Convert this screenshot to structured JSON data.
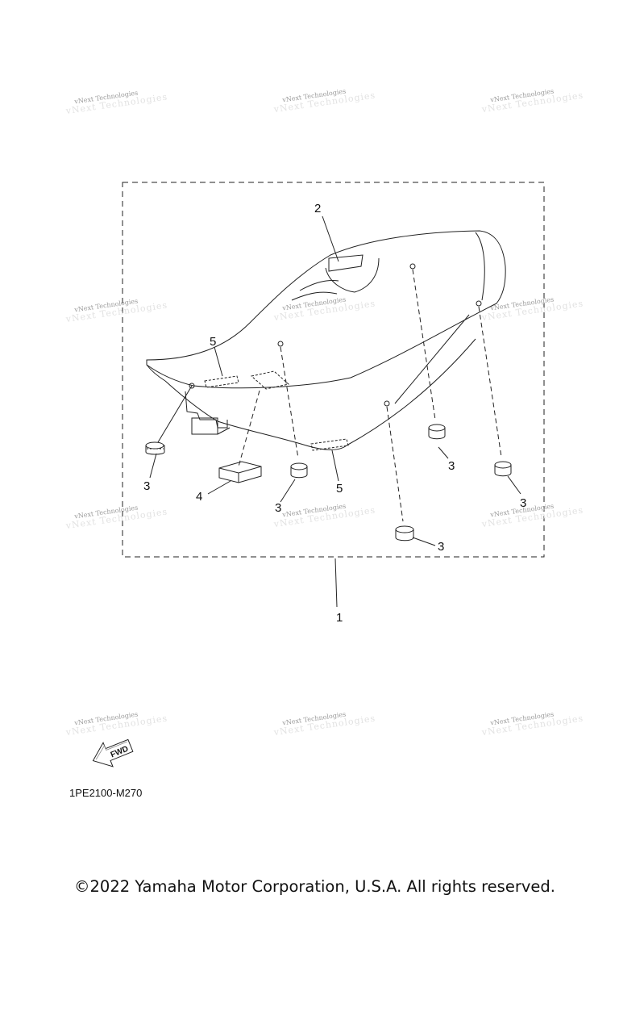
{
  "callouts": {
    "c1": "1",
    "c2": "2",
    "c3a": "3",
    "c3b": "3",
    "c3c": "3",
    "c3d": "3",
    "c3e": "3",
    "c4": "4",
    "c5a": "5",
    "c5b": "5"
  },
  "watermark": {
    "text": "vNext Technologies"
  },
  "fwd_badge": {
    "text": "FWD"
  },
  "diagram_code": "1PE2100-M270",
  "copyright": "©2022 Yamaha Motor Corporation, U.S.A. All rights reserved."
}
